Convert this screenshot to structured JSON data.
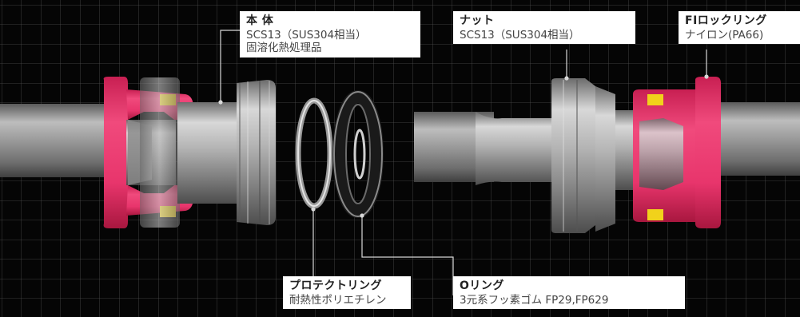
{
  "labels": {
    "body": {
      "title": "本 体",
      "material": "SCS13（SUS304相当）",
      "treatment": "固溶化熱処理品"
    },
    "nut": {
      "title": "ナット",
      "material": "SCS13（SUS304相当）"
    },
    "lock_ring": {
      "title": "FIロックリング",
      "material": "ナイロン(PA66)"
    },
    "protect_ring": {
      "title": "プロテクトリング",
      "material": "耐熱性ポリエチレン"
    },
    "o_ring": {
      "title": "Oリング",
      "material": "3元系フッ素ゴム FP29,FP629"
    }
  },
  "colors": {
    "background": "#050505",
    "grid": "#8a8a8a",
    "pipe": "#8f8f8f",
    "lock_ring": "#e8356c",
    "lock_tab": "#f1d21b",
    "callout_bg": "#ffffff",
    "leader": "#d8d8d8"
  }
}
